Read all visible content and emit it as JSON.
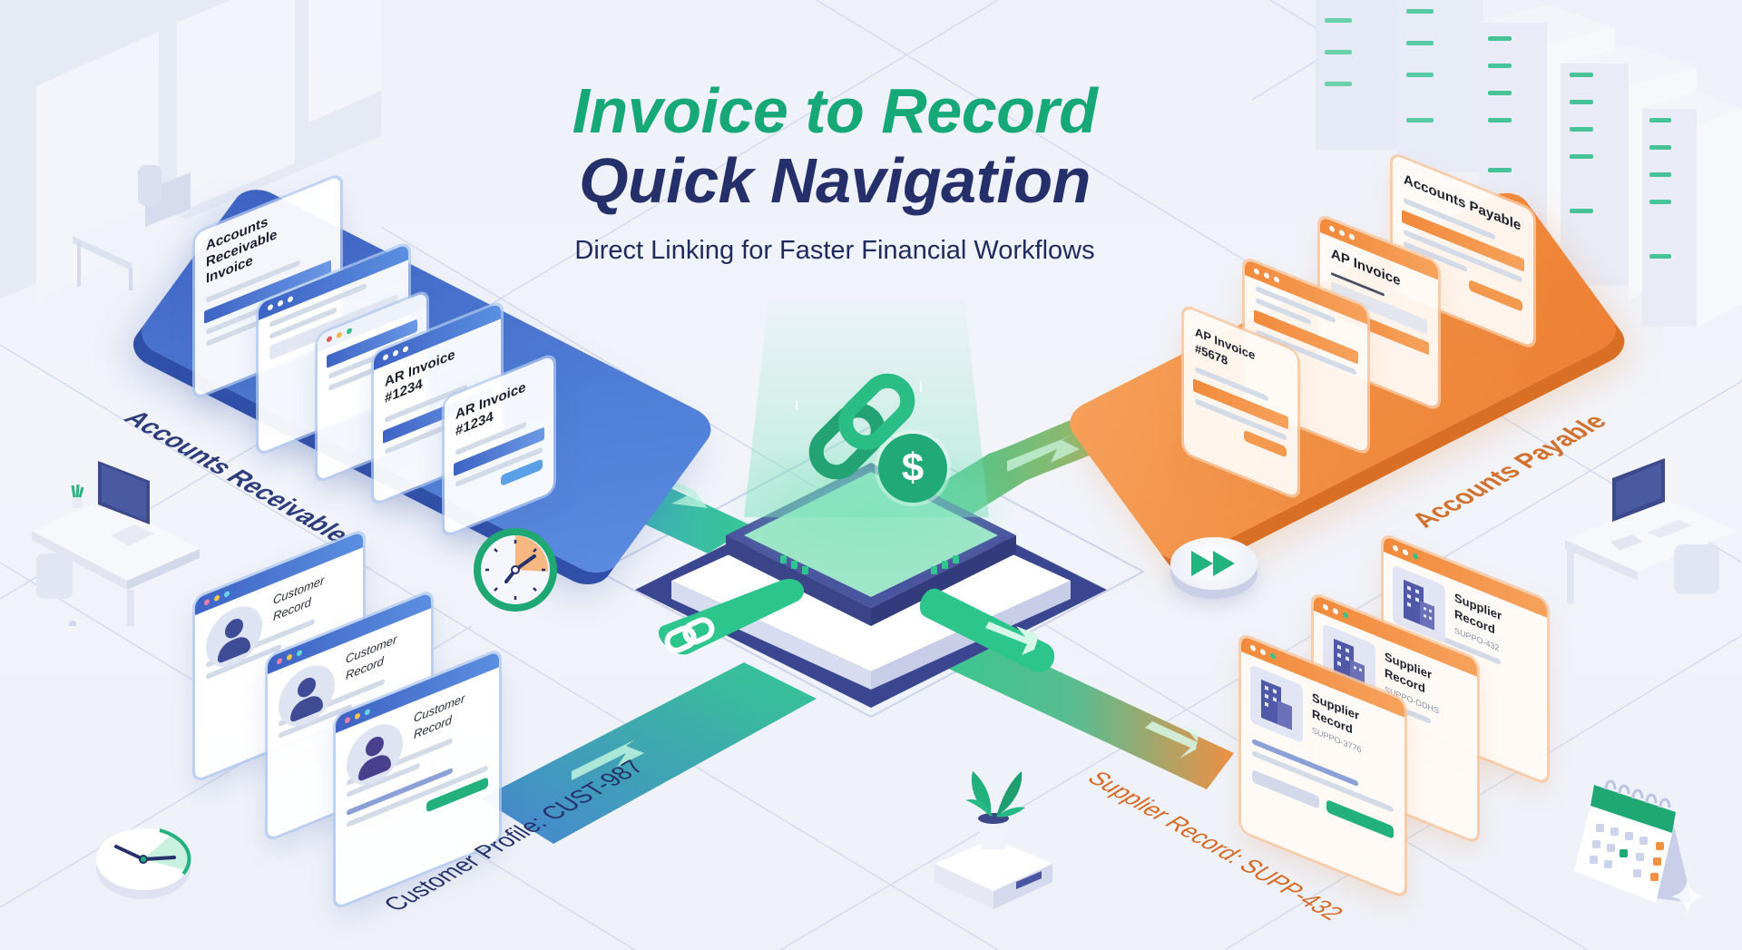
{
  "header": {
    "title_line1": "Invoice to Record",
    "title_line2": "Quick Navigation",
    "subtitle": "Direct Linking for Faster Financial Workflows"
  },
  "colors": {
    "accent_green": "#16a877",
    "navy": "#25306b",
    "ar_blue": "#4f7fd6",
    "ap_orange": "#f18c3e",
    "background": "#eef1f9"
  },
  "accounts_receivable": {
    "floor_label": "Accounts Receivable",
    "panels": [
      {
        "title_line1": "Accounts Receivable",
        "title_line2": "Invoice"
      },
      {
        "title_line1": "",
        "title_line2": ""
      },
      {
        "title_line1": "",
        "title_line2": ""
      },
      {
        "title_line1": "AR Invoice #1234",
        "title_line2": ""
      },
      {
        "title_line1": "AR Invoice #1234",
        "title_line2": ""
      }
    ]
  },
  "accounts_payable": {
    "floor_label": "Accounts Payable",
    "panels": [
      {
        "title": "AP Invoice #5678"
      },
      {
        "title": ""
      },
      {
        "title": "AP Invoice"
      },
      {
        "title": "Accounts Payable"
      }
    ]
  },
  "customer_records": {
    "floor_label": "Customer Profile: CUST-987",
    "panels": [
      {
        "title": "Customer Record"
      },
      {
        "title": "Customer Record"
      },
      {
        "title": "Customer Record"
      }
    ]
  },
  "supplier_records": {
    "floor_label": "Supplier Record: SUPP-432",
    "panels": [
      {
        "title": "Supplier Record",
        "id": "SUPPO-432"
      },
      {
        "title": "Supplier Record",
        "id": "SUPPO-DDHS"
      },
      {
        "title": "Supplier Record",
        "id": "SUPPO-3776"
      }
    ]
  },
  "hub": {
    "icon": "link-icon",
    "badge_icon": "dollar-icon",
    "badge_symbol": "$"
  },
  "icons": {
    "stopwatch": "stopwatch-icon",
    "fast_forward": "fast-forward-icon",
    "clock": "clock-icon",
    "calendar": "calendar-icon",
    "plant": "plant-icon",
    "link_badge": "link-icon"
  }
}
